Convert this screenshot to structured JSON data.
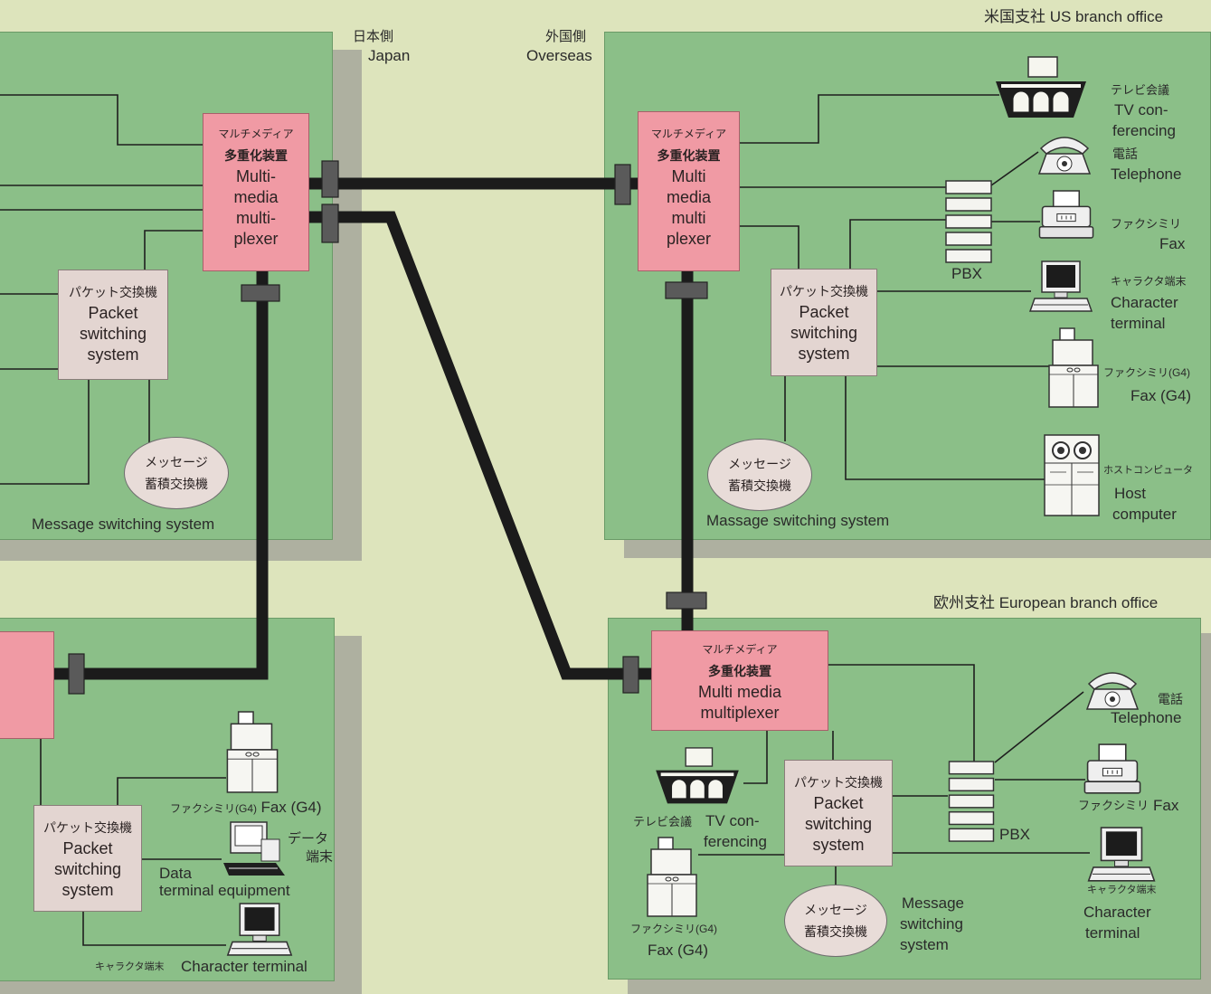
{
  "colors": {
    "background": "#dde4bc",
    "panel": "#8bbf88",
    "panel_shadow": "#aeb0a0",
    "multiplexer": "#f09aa4",
    "packet_switch": "#e3d5d1",
    "message_switch": "#e8dcd8",
    "trunk": "#1b1b1b",
    "connector": "#5a5a5a"
  },
  "sides": {
    "japan": {
      "ja": "日本側",
      "en": "Japan"
    },
    "overseas": {
      "ja": "外国側",
      "en": "Overseas"
    }
  },
  "japan": {
    "multiplexer": {
      "ja": [
        "マルチメディア",
        "多重化装置"
      ],
      "en": [
        "Multi-",
        "media",
        "multi-",
        "plexer"
      ]
    },
    "packet_switch": {
      "ja": "パケット交換機",
      "en": [
        "Packet",
        "switching",
        "system"
      ]
    },
    "message_switch": {
      "ja": [
        "メッセージ",
        "蓄積交換機"
      ],
      "caption": "Message switching system"
    }
  },
  "japan_lower": {
    "packet_switch": {
      "ja": "パケット交換機",
      "en": [
        "Packet",
        "switching",
        "system"
      ]
    },
    "fax_g4": {
      "ja": "ファクシミリ(G4)",
      "en": "Fax (G4)",
      "icon": "fax-g4-icon"
    },
    "data_terminal": {
      "ja": [
        "データ",
        "端末"
      ],
      "en": [
        "Data",
        "terminal equipment"
      ],
      "icon": "data-terminal-icon"
    },
    "character_terminal": {
      "ja": "キャラクタ端末",
      "en": "Character terminal",
      "icon": "character-terminal-icon"
    }
  },
  "us": {
    "title": "米国支社  US branch office",
    "multiplexer": {
      "ja": [
        "マルチメディア",
        "多重化装置"
      ],
      "en": [
        "Multi",
        "media",
        "multi",
        "plexer"
      ]
    },
    "packet_switch": {
      "ja": "パケット交換機",
      "en": [
        "Packet",
        "switching",
        "system"
      ]
    },
    "message_switch": {
      "ja": [
        "メッセージ",
        "蓄積交換機"
      ],
      "caption": "Massage switching system"
    },
    "pbx": {
      "label": "PBX",
      "icon": "pbx-icon"
    },
    "tv_conferencing": {
      "ja": "テレビ会議",
      "en": [
        "TV con-",
        "ferencing"
      ],
      "icon": "tv-conference-icon"
    },
    "telephone": {
      "ja": "電話",
      "en": "Telephone",
      "icon": "telephone-icon"
    },
    "fax": {
      "ja": "ファクシミリ",
      "en": "Fax",
      "icon": "fax-icon"
    },
    "character_terminal": {
      "ja": "キャラクタ端末",
      "en": [
        "Character",
        "terminal"
      ],
      "icon": "character-terminal-icon"
    },
    "fax_g4": {
      "ja": "ファクシミリ(G4)",
      "en": "Fax (G4)",
      "icon": "fax-g4-icon"
    },
    "host_computer": {
      "ja": "ホストコンピュータ",
      "en": [
        "Host",
        "computer"
      ],
      "icon": "host-computer-icon"
    }
  },
  "europe": {
    "title": "欧州支社  European branch office",
    "multiplexer": {
      "ja": [
        "マルチメディア",
        "多重化装置"
      ],
      "en": [
        "Multi media",
        "multiplexer"
      ]
    },
    "packet_switch": {
      "ja": "パケット交換機",
      "en": [
        "Packet",
        "switching",
        "system"
      ]
    },
    "message_switch": {
      "ja": [
        "メッセージ",
        "蓄積交換機"
      ],
      "caption": [
        "Message",
        "switching",
        "system"
      ]
    },
    "pbx": {
      "label": "PBX",
      "icon": "pbx-icon"
    },
    "telephone": {
      "ja": "電話",
      "en": "Telephone",
      "icon": "telephone-icon"
    },
    "fax": {
      "ja": "ファクシミリ",
      "en": "Fax",
      "icon": "fax-icon"
    },
    "character_terminal": {
      "ja": "キャラクタ端末",
      "en": [
        "Character",
        "terminal"
      ],
      "icon": "character-terminal-icon"
    },
    "tv_conferencing": {
      "ja": "テレビ会議",
      "en": [
        "TV con-",
        "ferencing"
      ],
      "icon": "tv-conference-icon"
    },
    "fax_g4": {
      "ja": "ファクシミリ(G4)",
      "en": "Fax (G4)",
      "icon": "fax-g4-icon"
    }
  }
}
